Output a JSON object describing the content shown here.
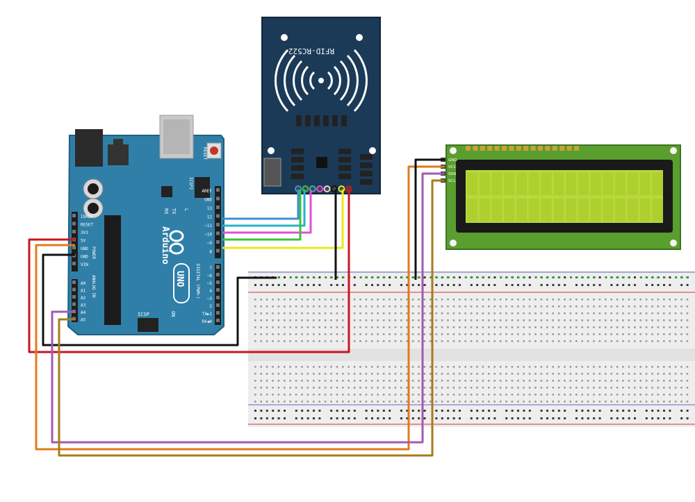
{
  "arduino": {
    "brand": "Arduino",
    "model": "UNO",
    "reset_label": "RESET",
    "icsp2_label": "ICSP2",
    "icsp_label": "ICSP",
    "tx_label": "TX",
    "rx_label": "RX",
    "l_label": "L",
    "on_label": "ON",
    "power_label": "POWER",
    "analog_label": "ANALOG IN",
    "digital_label": "DIGITAL (PWM~)",
    "power_pins": [
      "IOREF",
      "RESET",
      "3V3",
      "5V",
      "GND",
      "GND",
      "VIN"
    ],
    "analog_pins": [
      "A0",
      "A1",
      "A2",
      "A3",
      "A4",
      "A5"
    ],
    "digital_pins_top": [
      "AREF",
      "GND",
      "13",
      "12",
      "~11",
      "~10",
      "~9",
      "8"
    ],
    "digital_pins_bottom": [
      "7",
      "~6",
      "~5",
      "4",
      "~3",
      "2",
      "TX▶1",
      "RX◀0"
    ]
  },
  "rfid": {
    "label": "RFID-RC522"
  },
  "lcd": {
    "pins": [
      "GND",
      "VCC",
      "SDA",
      "SCL"
    ]
  },
  "colors": {
    "arduino_board": "#2f7fa8",
    "rfid_board": "#1b3a57",
    "lcd_board": "#5a9e2f",
    "lcd_screen": "#b9d93c",
    "wire_red": "#c8161d",
    "wire_black": "#111111",
    "wire_orange": "#e07b1a",
    "wire_purple": "#a458b0",
    "wire_brown": "#a67c1a",
    "wire_blue": "#3d8fd6",
    "wire_cyan": "#27b3c7",
    "wire_magenta": "#e24fd9",
    "wire_green": "#3ec13e",
    "wire_yellow": "#e8e81c"
  }
}
